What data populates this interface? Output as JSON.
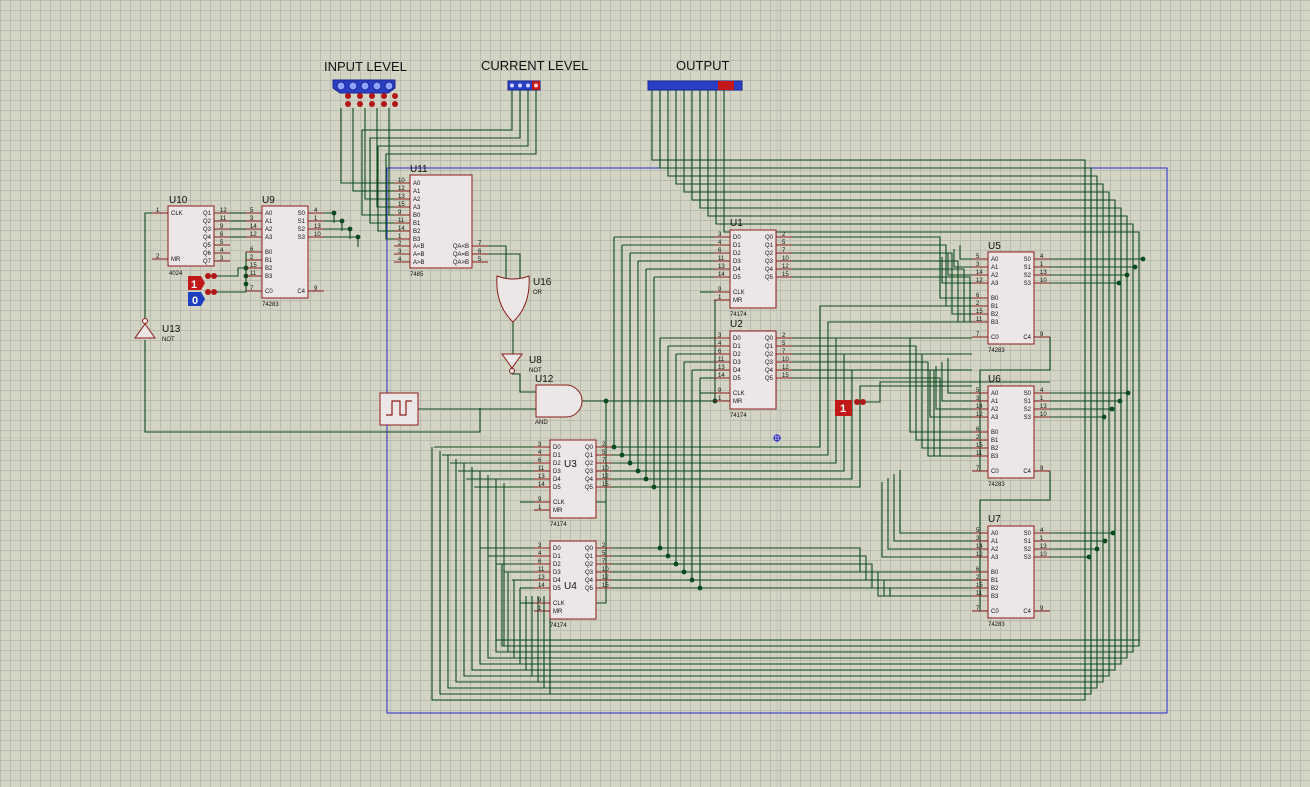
{
  "labels": {
    "input_level": "INPUT LEVEL",
    "current_level": "CURRENT LEVEL",
    "output": "OUTPUT"
  },
  "logic_sources": {
    "top": "1",
    "bottom": "0",
    "right": "1"
  },
  "components": {
    "U10": {
      "ref": "U10",
      "type": "4024",
      "pins_left": [
        "CLK",
        "MR"
      ],
      "pins_right": [
        "Q1",
        "Q2",
        "Q3",
        "Q4",
        "Q5",
        "Q6",
        "Q7"
      ],
      "nums_left": [
        "1",
        "2"
      ],
      "nums_right": [
        "12",
        "11",
        "9",
        "6",
        "5",
        "4",
        "3"
      ]
    },
    "U9": {
      "ref": "U9",
      "type": "74283",
      "pins_left": [
        "A0",
        "A1",
        "A2",
        "A3",
        "B0",
        "B1",
        "B2",
        "B3",
        "C0"
      ],
      "pins_right": [
        "S0",
        "S1",
        "S2",
        "S3",
        "C4"
      ],
      "nums_left": [
        "5",
        "3",
        "14",
        "12",
        "6",
        "2",
        "15",
        "11",
        "7"
      ],
      "nums_right": [
        "4",
        "1",
        "13",
        "10",
        "9"
      ]
    },
    "U11": {
      "ref": "U11",
      "type": "7485",
      "pins_left": [
        "A0",
        "A1",
        "A2",
        "A3",
        "B0",
        "B1",
        "B2",
        "B3",
        "A<B",
        "A=B",
        "A>B"
      ],
      "pins_right": [
        "QA<B",
        "QA=B",
        "QA>B"
      ],
      "nums_left": [
        "10",
        "12",
        "13",
        "15",
        "9",
        "11",
        "14",
        "1",
        "2",
        "3",
        "4"
      ],
      "nums_right": [
        "7",
        "6",
        "5"
      ]
    },
    "U1": {
      "ref": "U1",
      "type": "74174",
      "pins_left": [
        "D0",
        "D1",
        "D2",
        "D3",
        "D4",
        "D5",
        "CLK",
        "MR"
      ],
      "pins_right": [
        "Q0",
        "Q1",
        "Q2",
        "Q3",
        "Q4",
        "Q5"
      ],
      "nums_left": [
        "3",
        "4",
        "6",
        "11",
        "13",
        "14",
        "9",
        "1"
      ],
      "nums_right": [
        "2",
        "5",
        "7",
        "10",
        "12",
        "15"
      ]
    },
    "U2": {
      "ref": "U2",
      "type": "74174",
      "pins_left": [
        "D0",
        "D1",
        "D2",
        "D3",
        "D4",
        "D5",
        "CLK",
        "MR"
      ],
      "pins_right": [
        "Q0",
        "Q1",
        "Q2",
        "Q3",
        "Q4",
        "Q5"
      ],
      "nums_left": [
        "3",
        "4",
        "6",
        "11",
        "13",
        "14",
        "9",
        "1"
      ],
      "nums_right": [
        "2",
        "5",
        "7",
        "10",
        "12",
        "15"
      ]
    },
    "U3": {
      "ref": "U3",
      "type": "74174",
      "pins_left": [
        "D0",
        "D1",
        "D2",
        "D3",
        "D4",
        "D5",
        "CLK",
        "MR"
      ],
      "pins_right": [
        "Q0",
        "Q1",
        "Q2",
        "Q3",
        "Q4",
        "Q5"
      ],
      "nums_left": [
        "3",
        "4",
        "6",
        "11",
        "13",
        "14",
        "9",
        "1"
      ],
      "nums_right": [
        "2",
        "5",
        "7",
        "10",
        "12",
        "15"
      ]
    },
    "U4": {
      "ref": "U4",
      "type": "74174",
      "pins_left": [
        "D0",
        "D1",
        "D2",
        "D3",
        "D4",
        "D5",
        "CLK",
        "MR"
      ],
      "pins_right": [
        "Q0",
        "Q1",
        "Q2",
        "Q3",
        "Q4",
        "Q5"
      ],
      "nums_left": [
        "3",
        "4",
        "6",
        "11",
        "13",
        "14",
        "9",
        "1"
      ],
      "nums_right": [
        "2",
        "5",
        "7",
        "10",
        "12",
        "15"
      ]
    },
    "U5": {
      "ref": "U5",
      "type": "74283",
      "pins_left": [
        "A0",
        "A1",
        "A2",
        "A3",
        "B0",
        "B1",
        "B2",
        "B3",
        "C0"
      ],
      "pins_right": [
        "S0",
        "S1",
        "S2",
        "S3",
        "C4"
      ],
      "nums_left": [
        "5",
        "3",
        "14",
        "12",
        "6",
        "2",
        "15",
        "11",
        "7"
      ],
      "nums_right": [
        "4",
        "1",
        "13",
        "10",
        "9"
      ]
    },
    "U6": {
      "ref": "U6",
      "type": "74283",
      "pins_left": [
        "A0",
        "A1",
        "A2",
        "A3",
        "B0",
        "B1",
        "B2",
        "B3",
        "C0"
      ],
      "pins_right": [
        "S0",
        "S1",
        "S2",
        "S3",
        "C4"
      ],
      "nums_left": [
        "5",
        "3",
        "14",
        "12",
        "6",
        "2",
        "15",
        "11",
        "7"
      ],
      "nums_right": [
        "4",
        "1",
        "13",
        "10",
        "9"
      ]
    },
    "U7": {
      "ref": "U7",
      "type": "74283",
      "pins_left": [
        "A0",
        "A1",
        "A2",
        "A3",
        "B0",
        "B1",
        "B2",
        "B3",
        "C0"
      ],
      "pins_right": [
        "S0",
        "S1",
        "S2",
        "S3",
        "C4"
      ],
      "nums_left": [
        "5",
        "3",
        "14",
        "12",
        "6",
        "2",
        "15",
        "11",
        "7"
      ],
      "nums_right": [
        "4",
        "1",
        "13",
        "10",
        "9"
      ]
    }
  },
  "gates": {
    "U16": {
      "ref": "U16",
      "type": "OR"
    },
    "U8": {
      "ref": "U8",
      "type": "NOT"
    },
    "U12": {
      "ref": "U12",
      "type": "AND"
    },
    "U13": {
      "ref": "U13",
      "type": "NOT"
    }
  },
  "colors": {
    "background": "#d4d4c4",
    "wire": "#0b4a1d",
    "chip_outline": "#8a1c1c",
    "chip_fill": "#ece7e6",
    "frame": "#2a2ad0",
    "logic_high": "#c21818",
    "logic_low": "#1d3fbf"
  }
}
